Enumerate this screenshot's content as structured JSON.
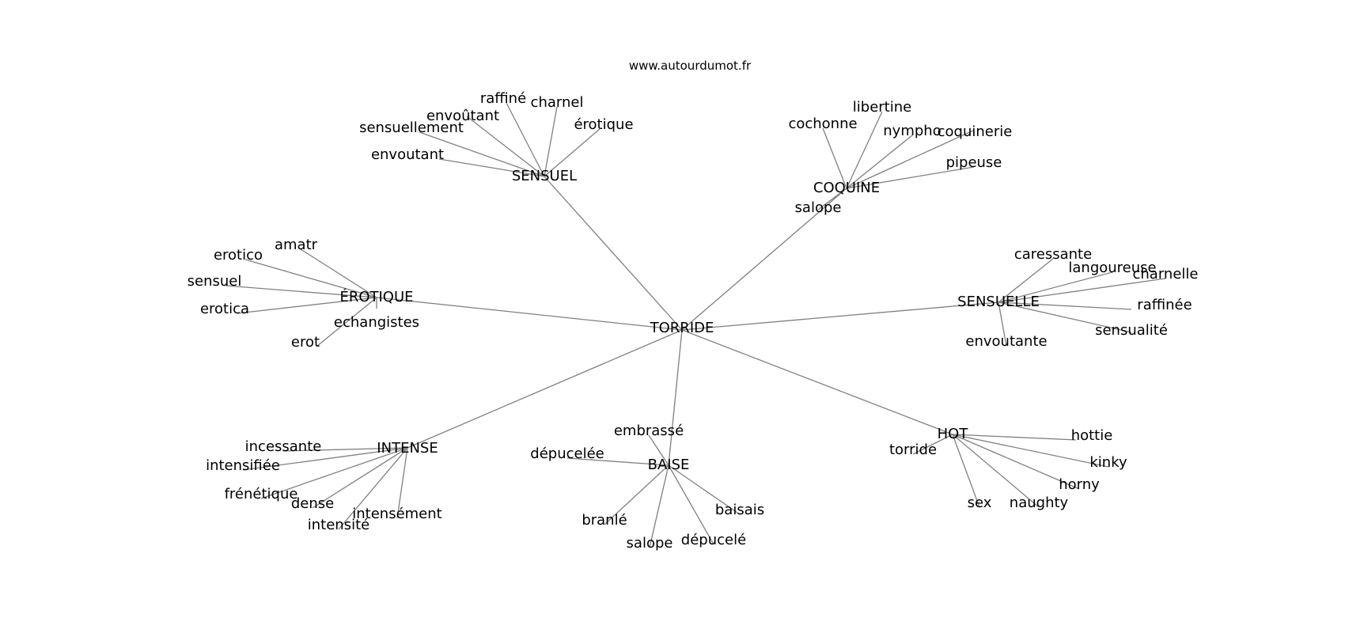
{
  "source": "www.autourdumot.fr",
  "center": "TORRIDE",
  "colors": {
    "edge": "#808080",
    "text": "#000000",
    "background": "#ffffff"
  },
  "clusters": [
    {
      "id": "SENSUEL",
      "label": "SENSUEL",
      "words": [
        "raffiné",
        "charnel",
        "envoûtant",
        "érotique",
        "sensuellement",
        "envoutant"
      ]
    },
    {
      "id": "COQUINE",
      "label": "COQUINE",
      "words": [
        "libertine",
        "cochonne",
        "nympho",
        "coquinerie",
        "pipeuse",
        "salope"
      ]
    },
    {
      "id": "EROTIQUE",
      "label": "ÉROTIQUE",
      "words": [
        "amatr",
        "erotico",
        "sensuel",
        "erotica",
        "echangistes",
        "erot"
      ]
    },
    {
      "id": "SENSUELLE",
      "label": "SENSUELLE",
      "words": [
        "caressante",
        "langoureuse",
        "charnelle",
        "raffinée",
        "sensualité",
        "envoutante"
      ]
    },
    {
      "id": "INTENSE",
      "label": "INTENSE",
      "words": [
        "incessante",
        "intensifiée",
        "frénétique",
        "dense",
        "intensément",
        "intensité"
      ]
    },
    {
      "id": "BAISE",
      "label": "BAISE",
      "words": [
        "embrassé",
        "dépucelée",
        "branlé",
        "baisais",
        "dépucelé",
        "salope"
      ]
    },
    {
      "id": "HOT",
      "label": "HOT",
      "words": [
        "hottie",
        "torride",
        "kinky",
        "horny",
        "naughty",
        "sex"
      ]
    }
  ]
}
